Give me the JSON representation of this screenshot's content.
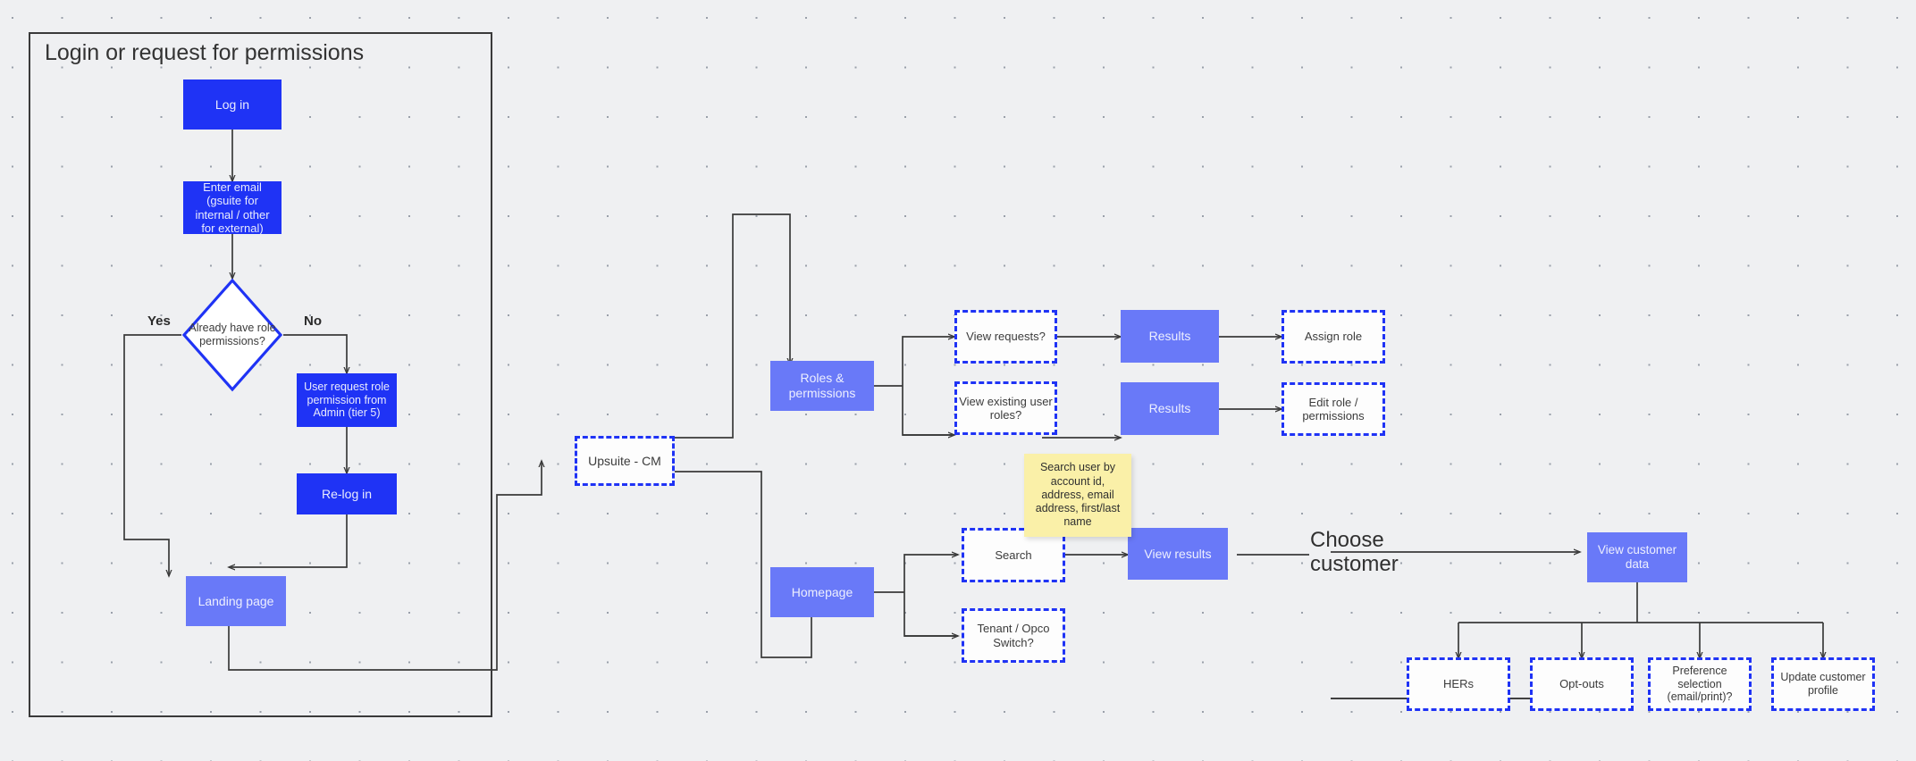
{
  "canvas": {
    "background": "#eff0f2",
    "grid_dot_color": "#9aa0aa"
  },
  "colors": {
    "solid_dark": "#1f33f5",
    "solid_light": "#6979f8",
    "dashed_border": "#1f33f5",
    "dashed_fill": "#fdfdfd",
    "note_fill": "#faf0a8",
    "connector": "#3a3a3a",
    "frame_border": "#3a3a3a",
    "text_dark": "#3b3b3b",
    "text_light": "#eceefd"
  },
  "group_frame": {
    "title": "Login or request for permissions"
  },
  "nodes": {
    "log_in": "Log in",
    "enter_email": "Enter email (gsuite for internal / other for external)",
    "already_have_role_permissions": "Already have role permissions?",
    "user_request_role": "User request role permission from Admin (tier 5)",
    "re_log_in": "Re-log in",
    "landing_page": "Landing page",
    "upsuite_cm": "Upsuite - CM",
    "roles_permissions": "Roles & permissions",
    "view_requests": "View requests?",
    "results_top": "Results",
    "assign_role": "Assign role",
    "view_existing_user_roles": "View existing user roles?",
    "results_bottom": "Results",
    "edit_role_permissions": "Edit role / permissions",
    "homepage": "Homepage",
    "search": "Search",
    "tenant_opco_switch": "Tenant / Opco Switch?",
    "view_results": "View results",
    "view_customer_data": "View customer data",
    "hers": "HERs",
    "opt_outs": "Opt-outs",
    "preference_selection": "Preference selection (email/print)?",
    "update_customer_profile": "Update customer profile"
  },
  "sticky_note": {
    "text": "Search user by account id, address, email address, first/last name"
  },
  "edge_labels": {
    "yes": "Yes",
    "no": "No"
  },
  "free_text": {
    "choose_customer": "Choose customer"
  }
}
